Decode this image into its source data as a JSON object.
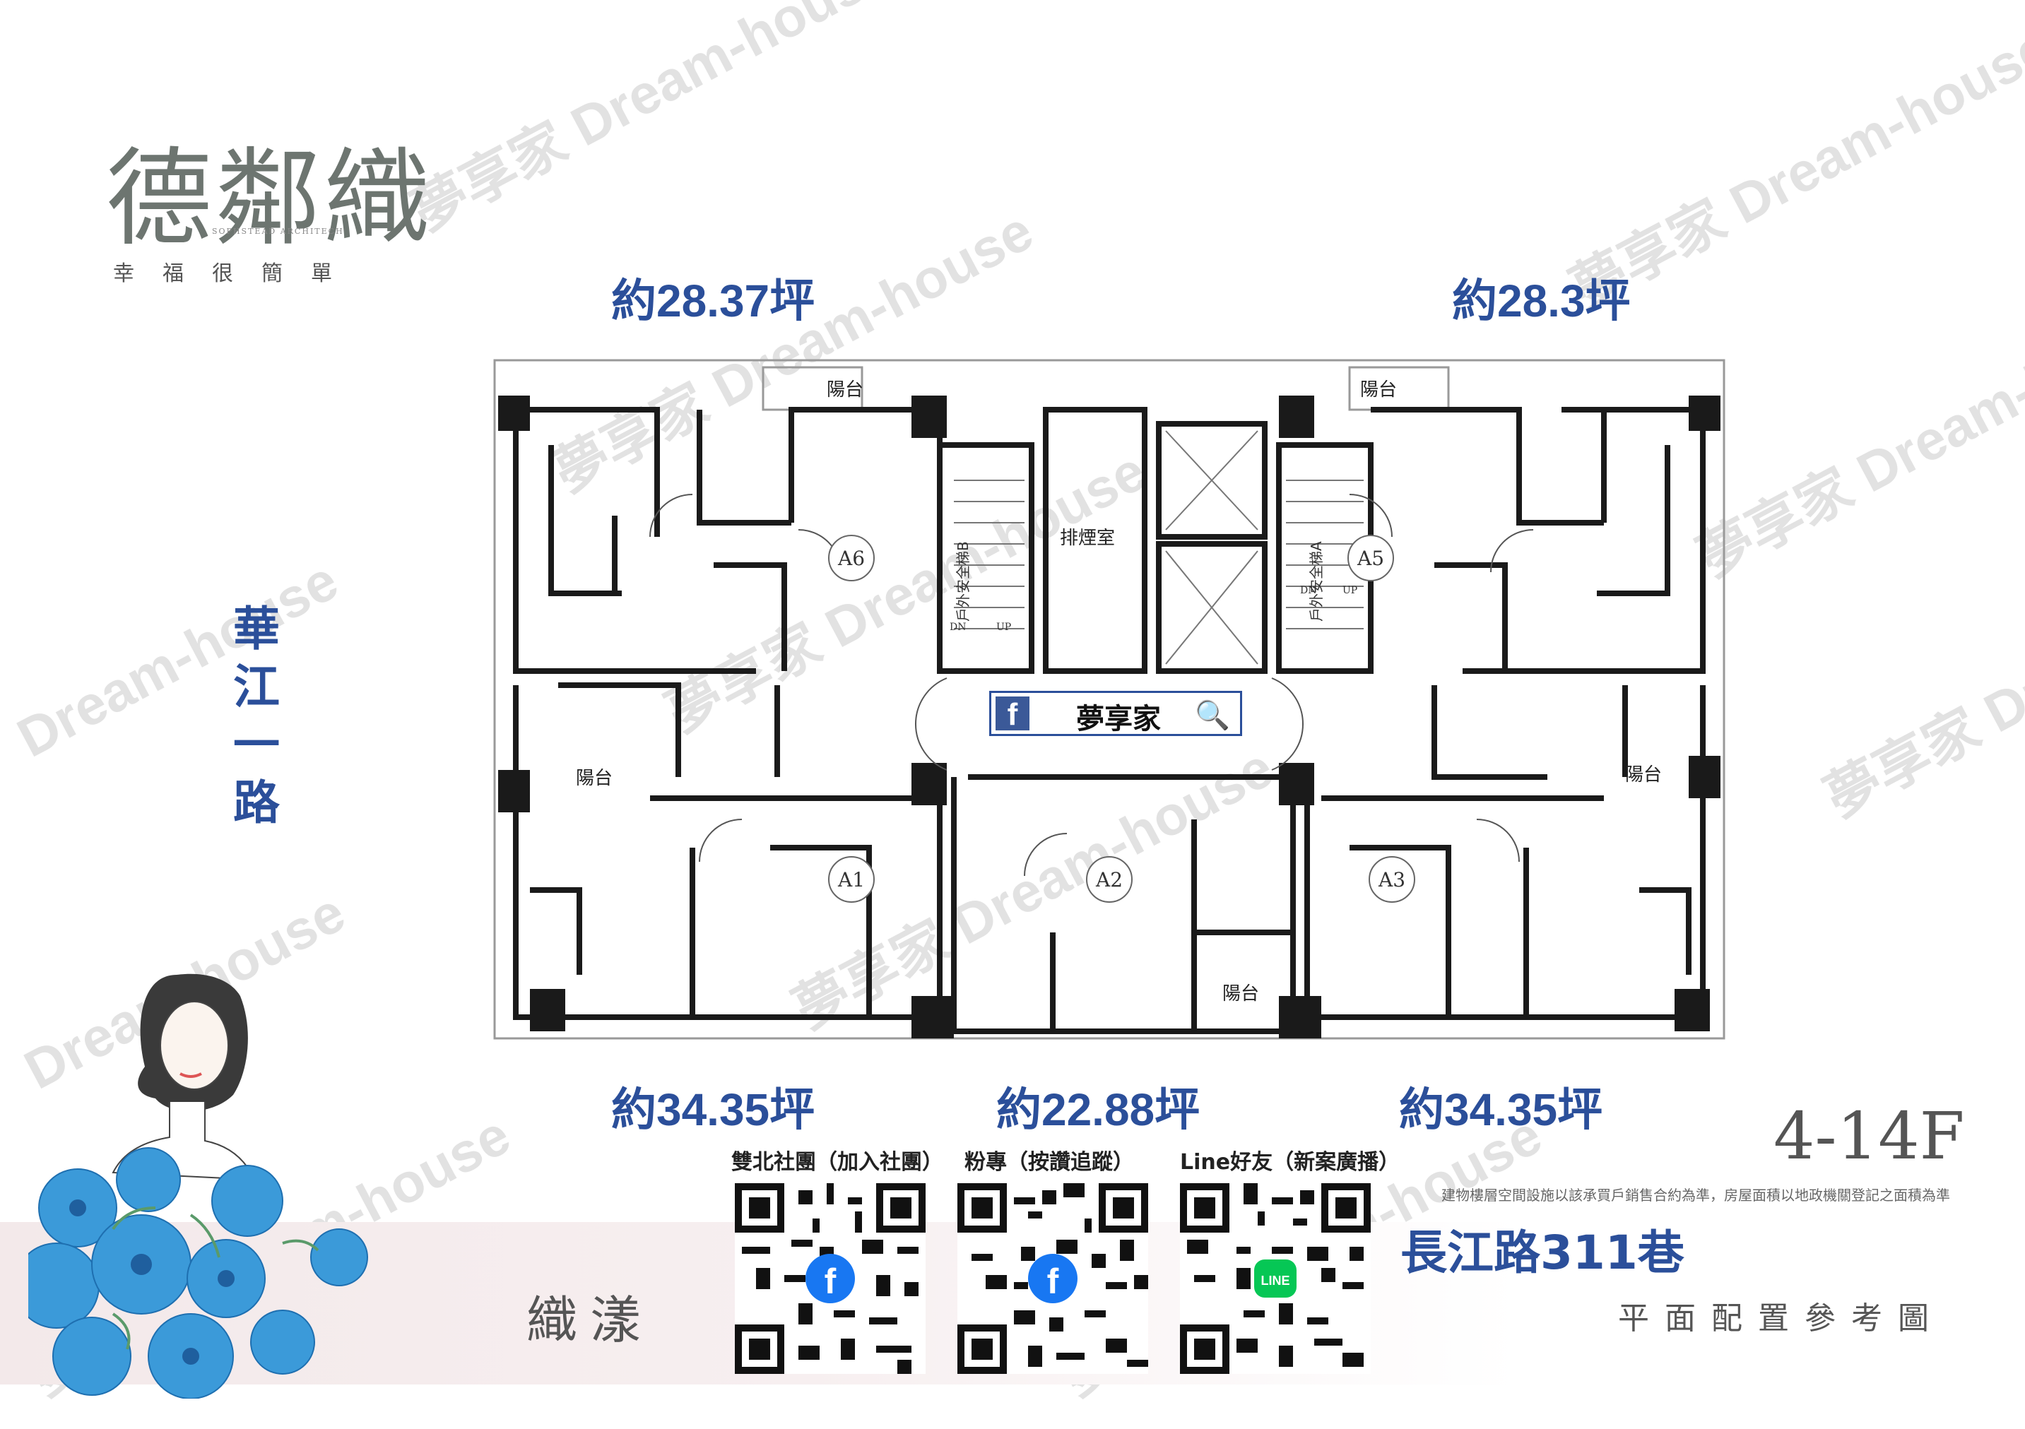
{
  "brand": {
    "logo": "德鄰織",
    "logo_small": "SOPHSTEAD ARCHITECH",
    "tagline": "幸福很簡單"
  },
  "areas": {
    "a6": "約28.37坪",
    "a5": "約28.3坪",
    "a1": "約34.35坪",
    "a2": "約22.88坪",
    "a3": "約34.35坪"
  },
  "roads": {
    "side_road": "華江一路",
    "bottom_road": "長江路311巷"
  },
  "floor": "4-14F",
  "note": "建物樓層空間設施以該承買戶銷售合約為準，房屋面積以地政機關登記之面積為準",
  "subtitle": "平面配置參考圖",
  "product": "織漾",
  "social_banner": {
    "text": "夢享家"
  },
  "qr": [
    {
      "label": "雙北社團（加入社團）",
      "icon": "facebook-icon"
    },
    {
      "label": "粉專（按讚追蹤）",
      "icon": "facebook-icon"
    },
    {
      "label": "Line好友（新案廣播）",
      "icon": "line-icon"
    }
  ],
  "plan": {
    "units": [
      "A6",
      "A5",
      "A1",
      "A2",
      "A3"
    ],
    "rooms": {
      "balcony": "陽台",
      "smoke_room": "排煙室",
      "stair_b": "戶外安全梯B",
      "stair_a": "戶外安全梯A",
      "dn": "DN",
      "up": "UP"
    }
  },
  "watermark": {
    "text_cn": "夢享家",
    "text_en": "Dream-house"
  },
  "colors": {
    "accent": "#2b4f9a",
    "wall": "#1a1a1a",
    "facebook": "#3b5998",
    "line": "#06c755"
  }
}
